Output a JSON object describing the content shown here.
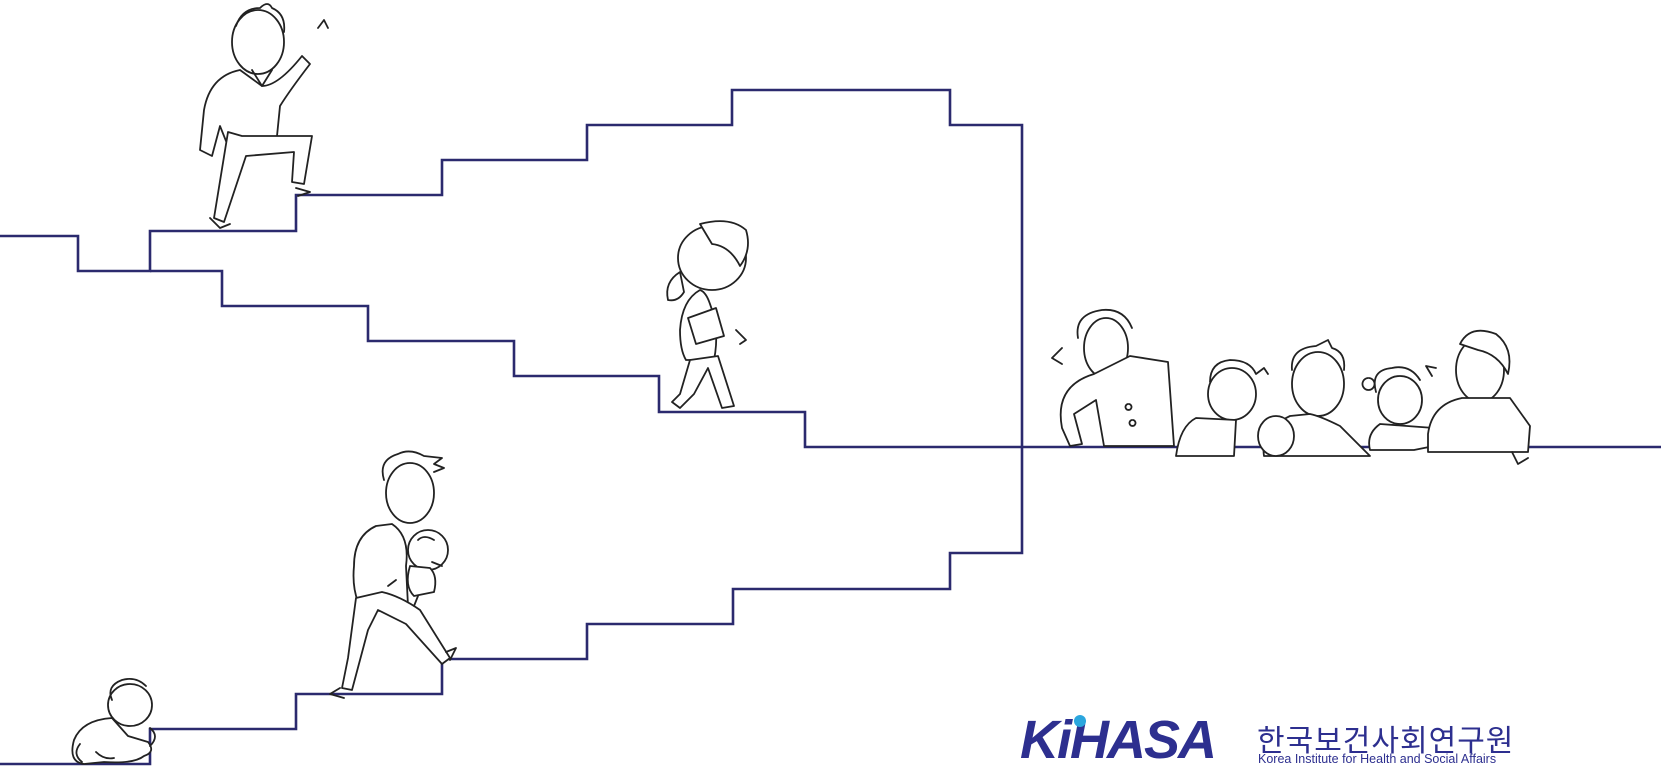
{
  "illustration": {
    "stroke_color": "#2b2a6e",
    "figures": [
      "crawling-baby",
      "parent-carrying-baby",
      "young-woman-walking",
      "older-man-climbing",
      "family-group"
    ]
  },
  "logo": {
    "mark": "KiHASA",
    "korean_name": "한국보건사회연구원",
    "english_name": "Korea Institute for Health and Social Affairs",
    "brand_color": "#2d2f8f",
    "accent_color": "#2ba6de"
  }
}
